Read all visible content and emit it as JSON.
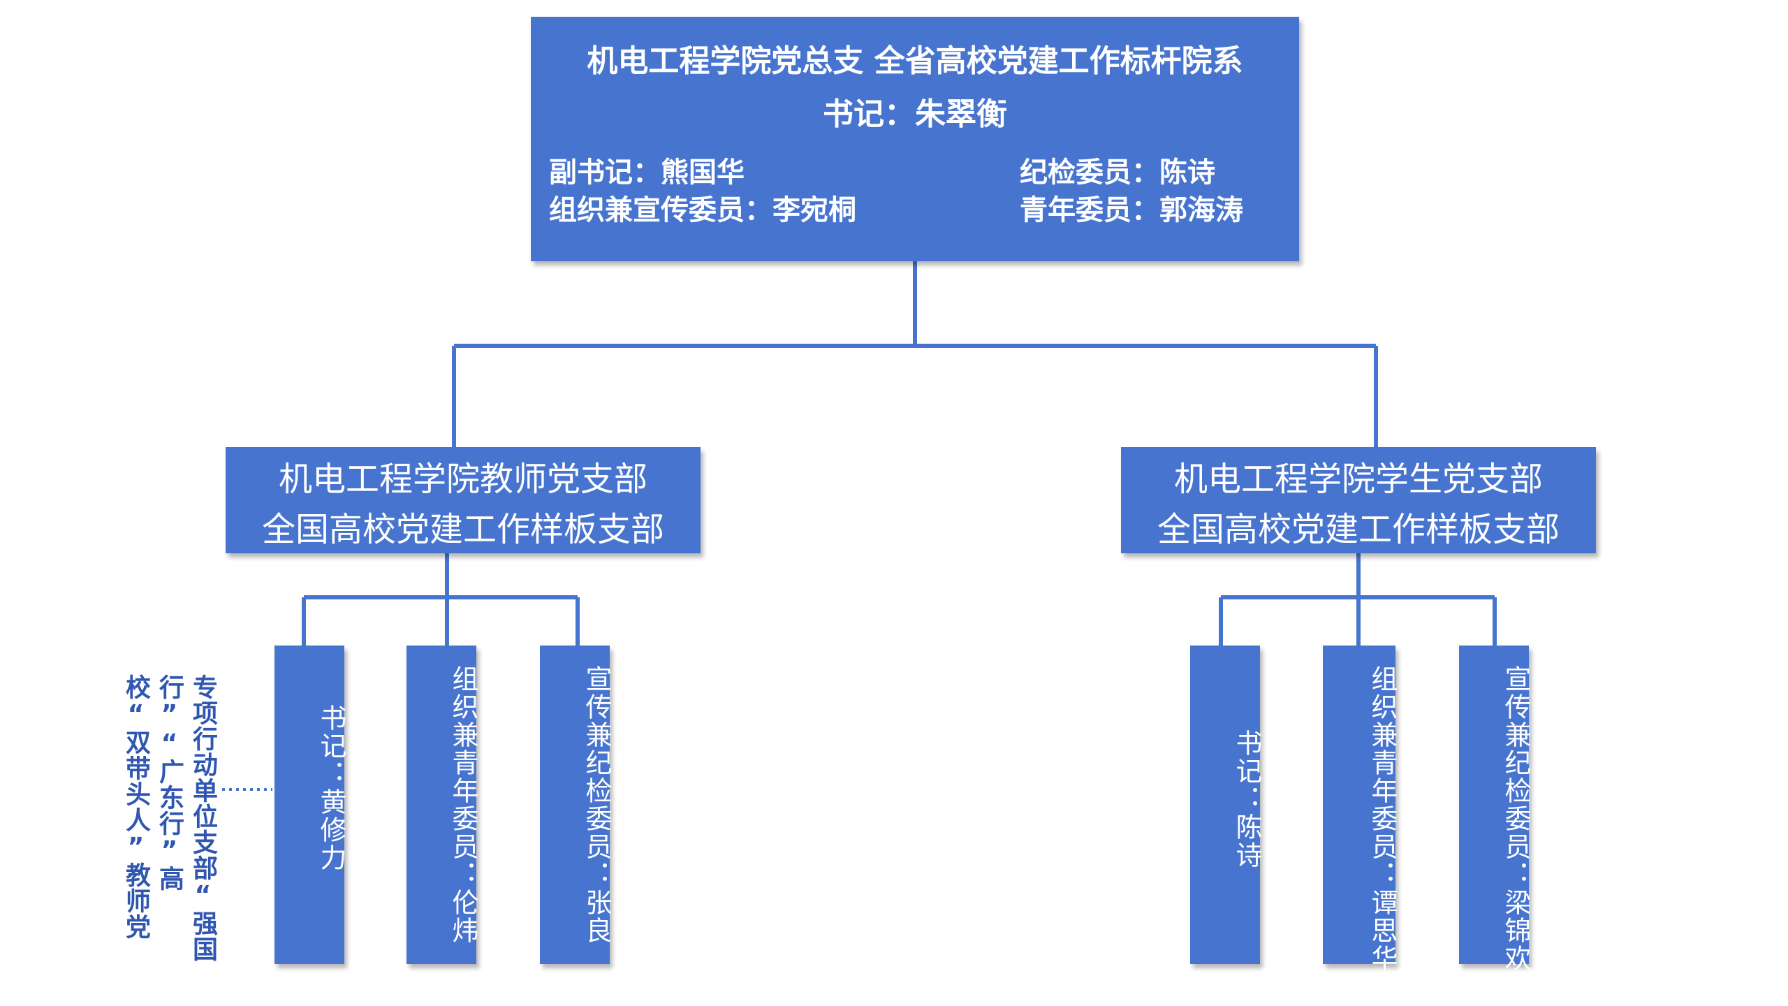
{
  "top": {
    "title": "机电工程学院党总支    全省高校党建工作标杆院系",
    "secretary": "书记：朱翠衡",
    "left_lines": [
      "副书记：熊国华",
      "组织兼宣传委员：李宛桐"
    ],
    "right_lines": [
      "纪检委员：陈诗",
      "青年委员：郭海涛"
    ]
  },
  "teacher_branch": {
    "line1": "机电工程学院教师党支部",
    "line2": "全国高校党建工作样板支部",
    "members": [
      "书记：黄修力",
      "组织兼青年委员：伦炜",
      "宣传兼纪检委员：张良"
    ]
  },
  "student_branch": {
    "line1": "机电工程学院学生党支部",
    "line2": "全国高校党建工作样板支部",
    "members": [
      "书记：陈诗",
      "组织兼青年委员：谭思华",
      "宣传兼纪检委员：梁锦欢"
    ]
  },
  "side_note": "专项行动单位支部“强国行”“广东行”高校“双带头人”教师党",
  "colors": {
    "box": "#4774cf",
    "line": "#4774cf",
    "note": "#2f56b0"
  }
}
